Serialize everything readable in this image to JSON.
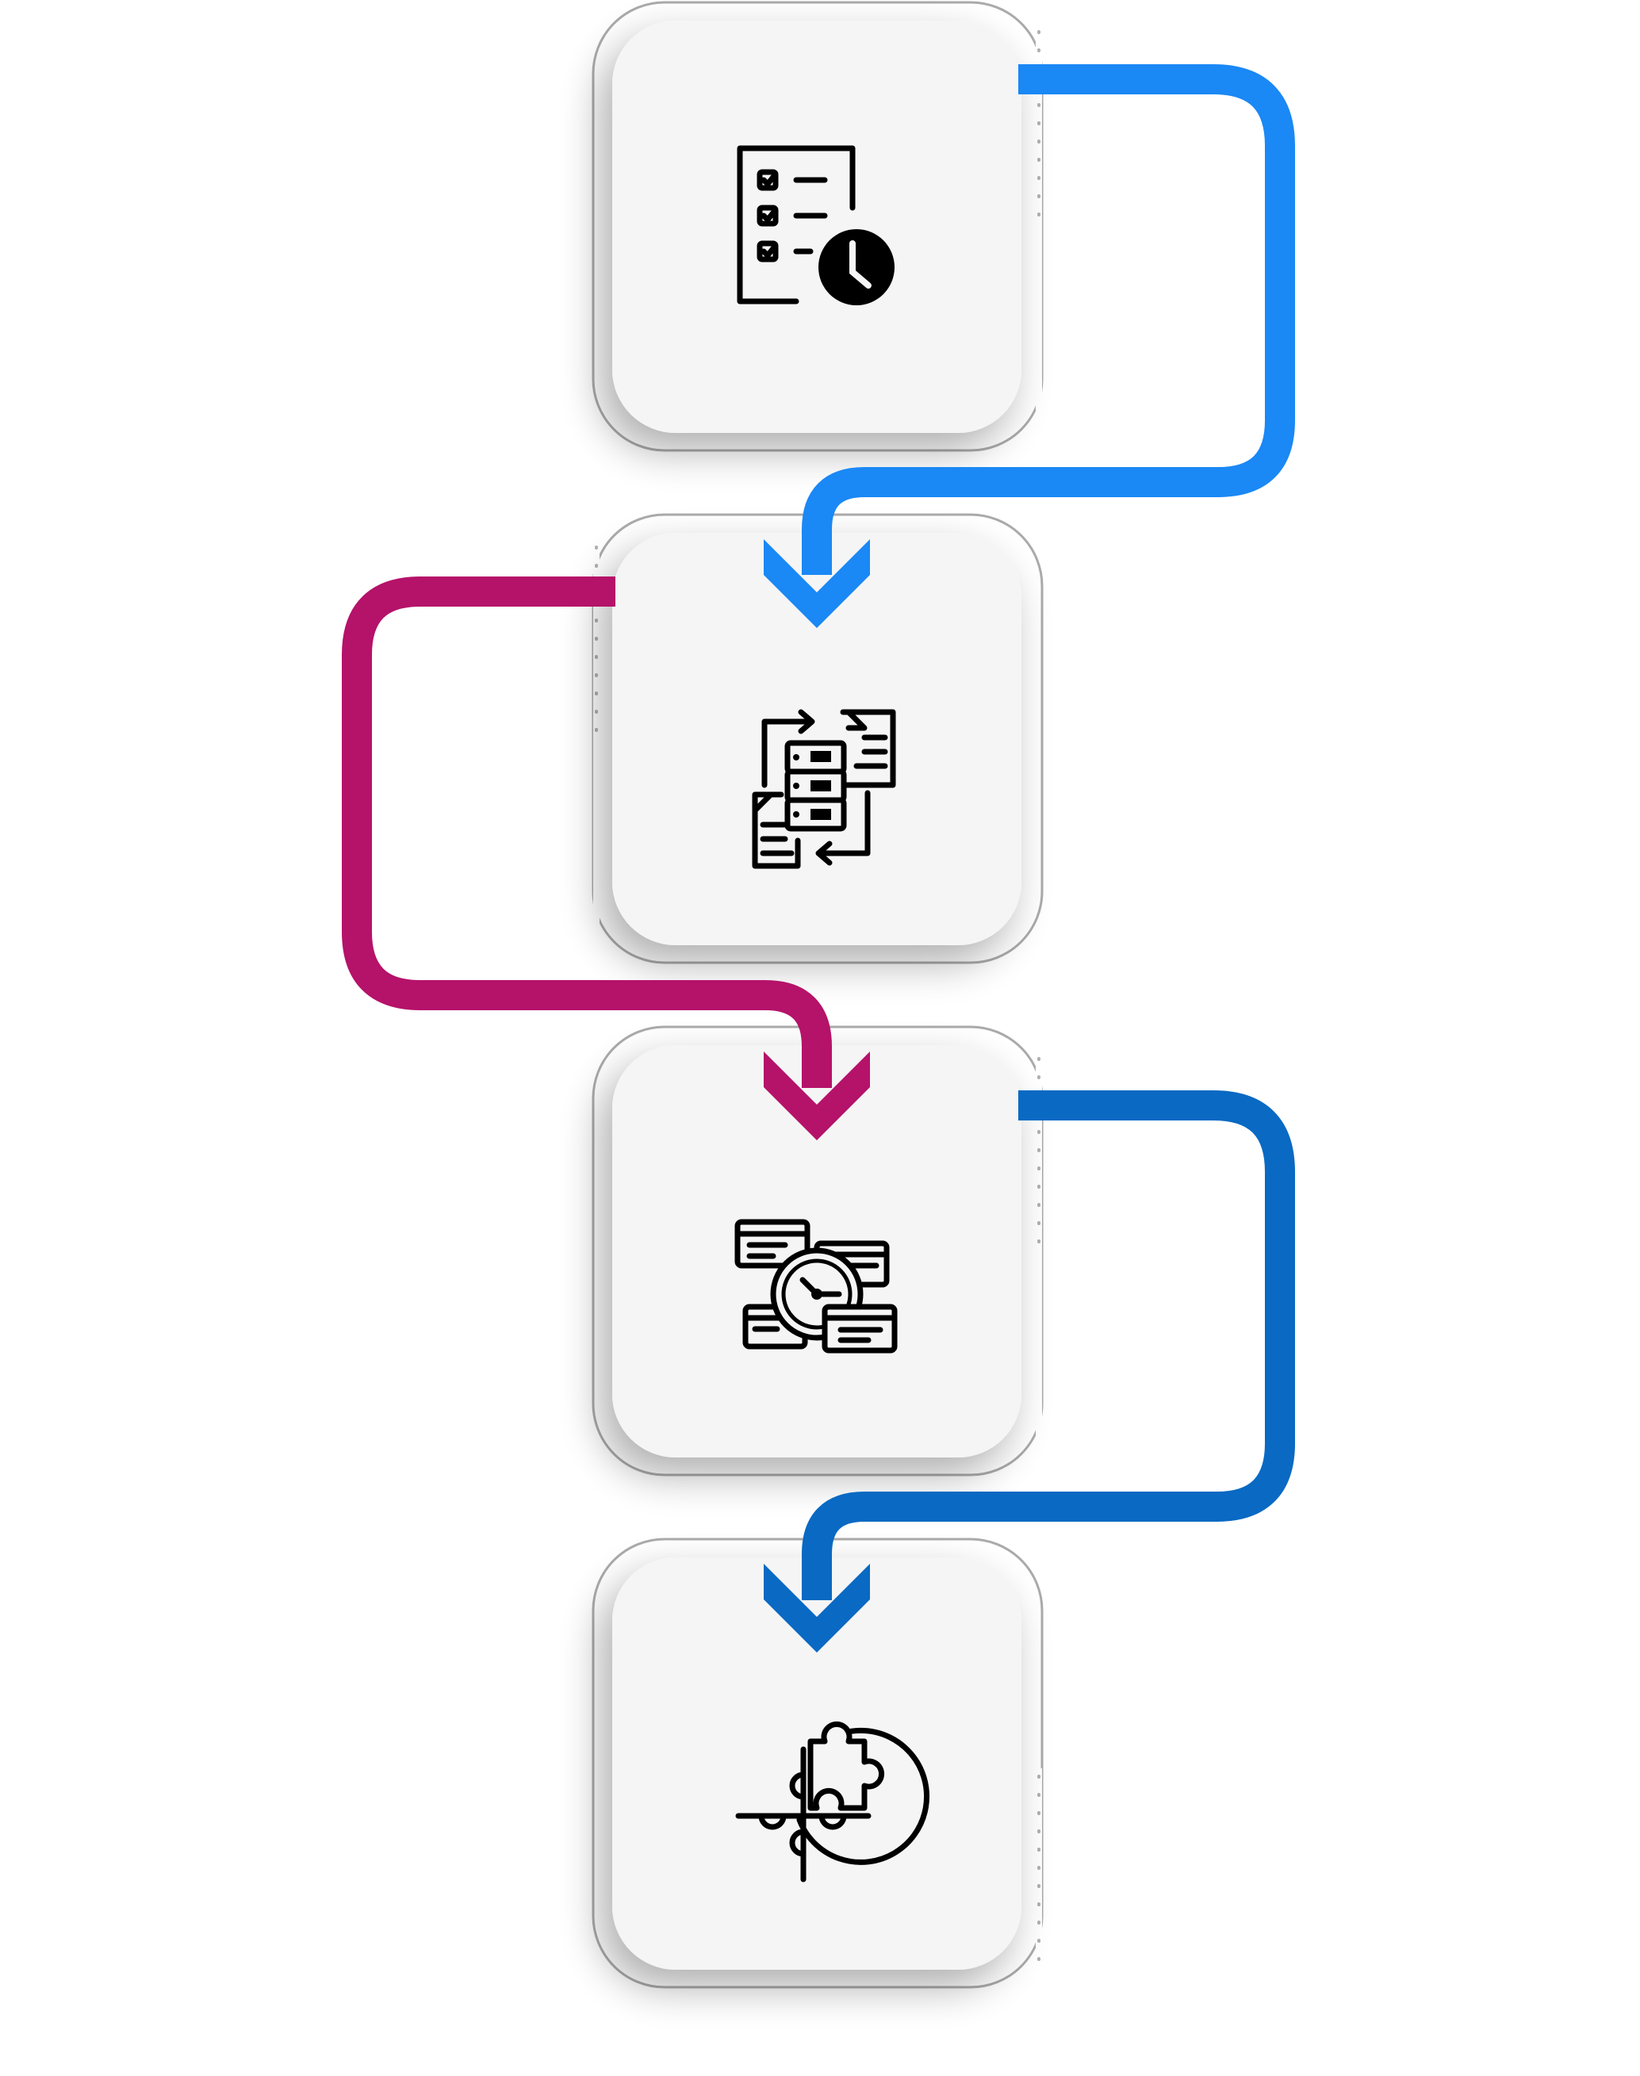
{
  "diagram": {
    "type": "vertical-process-flow",
    "steps": [
      {
        "id": "step-1",
        "icon": "checklist-clock-icon"
      },
      {
        "id": "step-2",
        "icon": "document-exchange-icon"
      },
      {
        "id": "step-3",
        "icon": "schedule-clock-icon"
      },
      {
        "id": "step-4",
        "icon": "puzzle-globe-icon"
      }
    ],
    "connectors": [
      {
        "from": "step-1",
        "to": "step-2",
        "side": "right",
        "color": "#1A88F5"
      },
      {
        "from": "step-2",
        "to": "step-3",
        "side": "left",
        "color": "#B5126A"
      },
      {
        "from": "step-3",
        "to": "step-4",
        "side": "right",
        "color": "#0969C3"
      }
    ],
    "colors": {
      "card_fill": "#F5F5F5",
      "card_border": "#AAAAAA",
      "icon": "#000000"
    }
  }
}
